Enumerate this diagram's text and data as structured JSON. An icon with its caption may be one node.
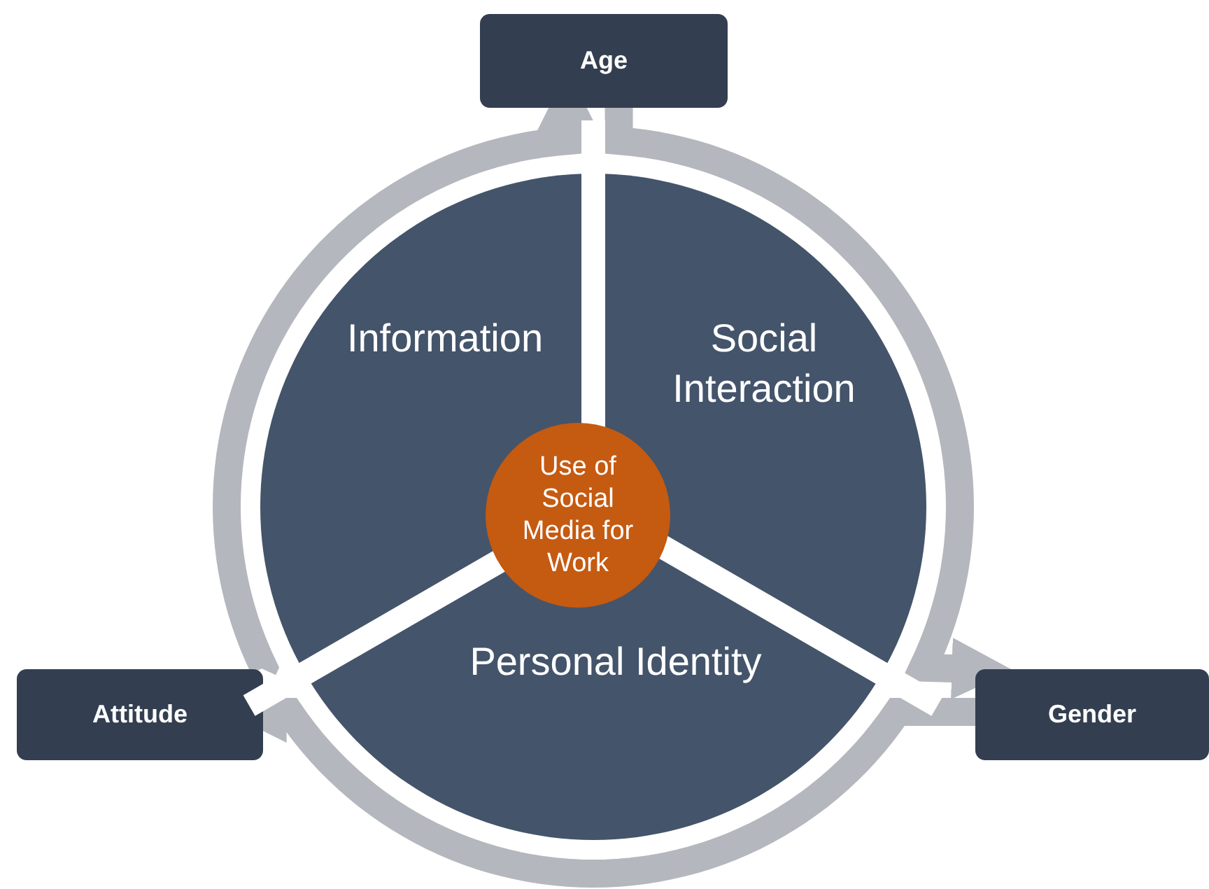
{
  "diagram": {
    "nodes": [
      {
        "text": [
          "Age"
        ]
      },
      {
        "text": [
          "Gender"
        ]
      },
      {
        "text": [
          "Attitude"
        ]
      },
      {
        "text": [
          "Information"
        ]
      },
      {
        "text": [
          "Social Interaction"
        ]
      },
      {
        "text": [
          "Personal Identity"
        ]
      },
      {
        "text": [
          "Use of Social Media for Work"
        ]
      }
    ],
    "edges": [
      {
        "from": 2,
        "to": 0,
        "arrow": "to"
      },
      {
        "from": 0,
        "to": 1,
        "arrow": "to"
      },
      {
        "from": 1,
        "to": 2,
        "arrow": "to"
      }
    ]
  }
}
